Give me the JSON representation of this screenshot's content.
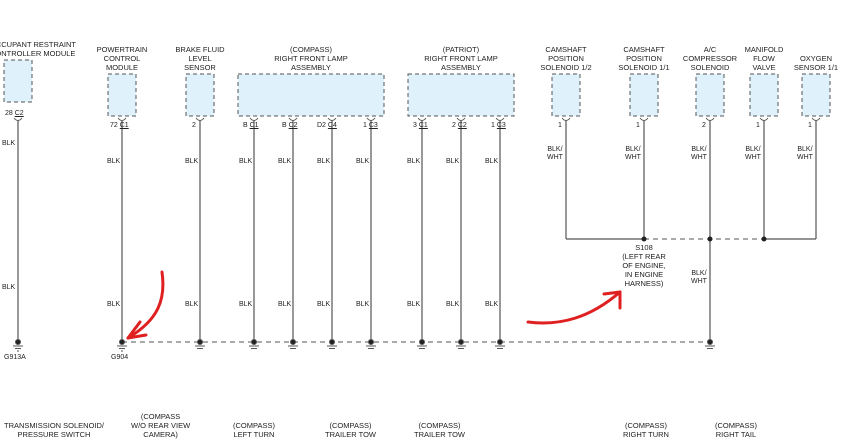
{
  "components": {
    "occupant_restraint": {
      "line1": "OCCUPANT RESTRAINT",
      "line2": "CONTROLLER MODULE"
    },
    "pcm": {
      "line1": "POWERTRAIN",
      "line2": "CONTROL",
      "line3": "MODULE"
    },
    "brake_fluid": {
      "line1": "BRAKE FLUID",
      "line2": "LEVEL",
      "line3": "SENSOR"
    },
    "compass_lamp": {
      "line1": "(COMPASS)",
      "line2": "RIGHT FRONT LAMP",
      "line3": "ASSEMBLY"
    },
    "patriot_lamp": {
      "line1": "(PATRIOT)",
      "line2": "RIGHT FRONT LAMP",
      "line3": "ASSEMBLY"
    },
    "cam_12": {
      "line1": "CAMSHAFT",
      "line2": "POSITION",
      "line3": "SOLENOID 1/2"
    },
    "cam_11": {
      "line1": "CAMSHAFT",
      "line2": "POSITION",
      "line3": "SOLENOID 1/1"
    },
    "ac": {
      "line1": "A/C",
      "line2": "COMPRESSOR",
      "line3": "SOLENOID"
    },
    "manifold": {
      "line1": "MANIFOLD",
      "line2": "FLOW",
      "line3": "VALVE"
    },
    "oxygen": {
      "line1": "OXYGEN",
      "line2": "SENSOR 1/1"
    }
  },
  "pins": {
    "orc": {
      "num": "28",
      "conn": "C2"
    },
    "pcm": {
      "num": "72",
      "conn": "C1"
    },
    "brake": {
      "num": "2",
      "conn": ""
    },
    "cl1": {
      "num": "B",
      "conn": "C1"
    },
    "cl2": {
      "num": "B",
      "conn": "C2"
    },
    "cl3": {
      "num": "D2",
      "conn": "C4"
    },
    "cl4": {
      "num": "1",
      "conn": "C3"
    },
    "pl1": {
      "num": "3",
      "conn": "C1"
    },
    "pl2": {
      "num": "2",
      "conn": "C2"
    },
    "pl3": {
      "num": "1",
      "conn": "C3"
    },
    "cam12": {
      "num": "1",
      "conn": ""
    },
    "cam11": {
      "num": "1",
      "conn": ""
    },
    "ac": {
      "num": "2",
      "conn": ""
    },
    "mfv": {
      "num": "1",
      "conn": ""
    },
    "o2": {
      "num": "1",
      "conn": ""
    }
  },
  "wires": {
    "blk": "BLK",
    "blk_wht_1": "BLK/",
    "blk_wht_2": "WHT"
  },
  "splice": {
    "name": "S108",
    "line1": "(LEFT REAR",
    "line2": "OF ENGINE,",
    "line3": "IN ENGINE",
    "line4": "HARNESS)"
  },
  "grounds": {
    "g913a": "G913A",
    "g904": "G904"
  },
  "bottom_labels": {
    "trans": "TRANSMISSION SOLENOID/",
    "trans2": "PRESSURE SWITCH",
    "compass_cam_1": "(COMPASS",
    "compass_cam_2": "W/O REAR VIEW",
    "compass_cam_3": "CAMERA)",
    "compass_lt": "(COMPASS)",
    "compass_lt2": "LEFT TURN",
    "compass_trailer": "(COMPASS)",
    "compass_trailer2": "TRAILER TOW",
    "compass_trailer3": "(COMPASS)",
    "compass_trailer4": "TRAILER TOW",
    "compass_rt": "(COMPASS)",
    "compass_rt2": "RIGHT TURN",
    "compass_rtail": "(COMPASS)",
    "compass_rtail2": "RIGHT TAIL"
  },
  "colors": {
    "component_fill": "#dff2fb",
    "line": "#555555",
    "annotation": "#e02020"
  }
}
